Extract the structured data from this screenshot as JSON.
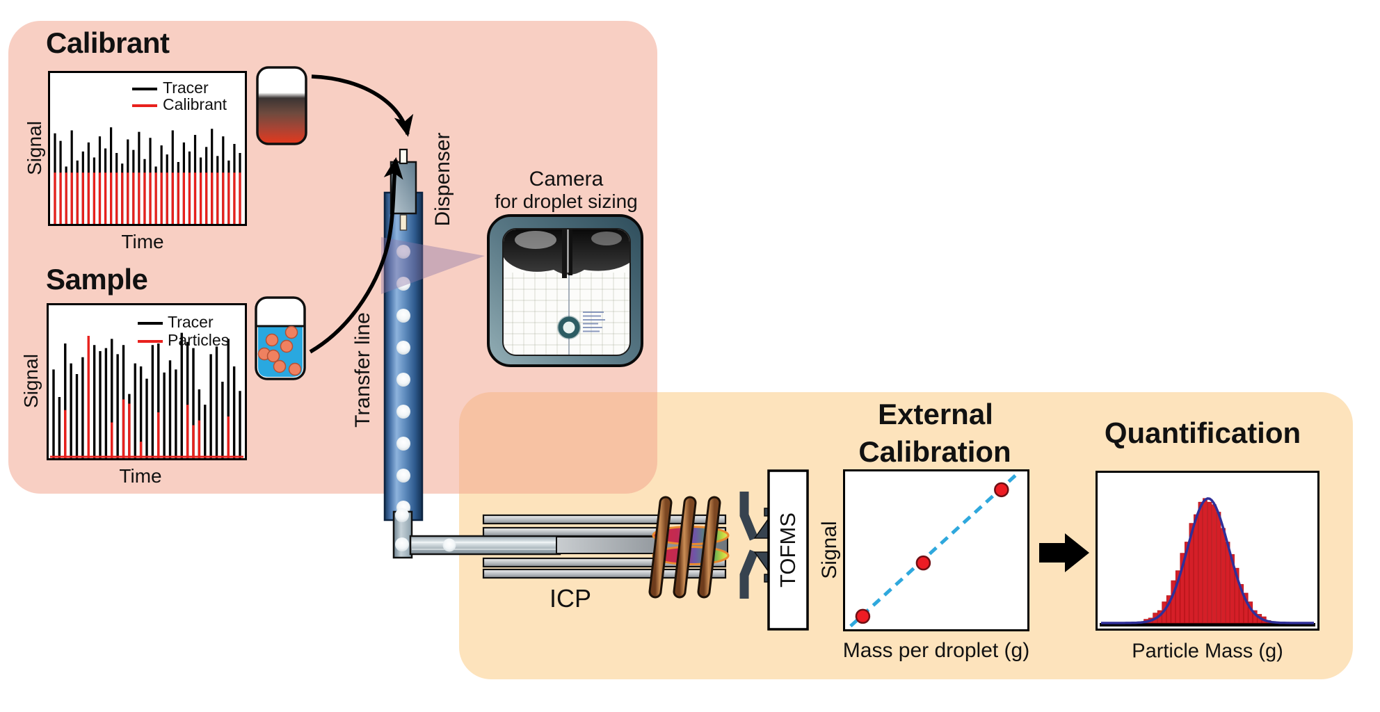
{
  "figure": {
    "calibrant_panel": {
      "title": "Calibrant",
      "ylabel": "Signal",
      "xlabel": "Time",
      "legend": {
        "tracer": "Tracer",
        "calibrant": "Calibrant"
      }
    },
    "sample_panel": {
      "title": "Sample",
      "ylabel": "Signal",
      "xlabel": "Time",
      "legend": {
        "tracer": "Tracer",
        "particles": "Particles"
      }
    },
    "labels": {
      "dispenser": "Dispenser",
      "transfer_line": "Transfer line",
      "camera_line1": "Camera",
      "camera_line2": "for droplet sizing",
      "icp": "ICP",
      "tofms": "TOFMS"
    },
    "external_calibration": {
      "title_line1": "External",
      "title_line2": "Calibration",
      "ylabel": "Signal",
      "xlabel": "Mass per droplet (g)"
    },
    "quantification": {
      "title": "Quantification",
      "xlabel": "Particle Mass (g)"
    }
  },
  "colors": {
    "region_pink": "#f8d2c6",
    "region_orange": "#fde3bc",
    "tracer_black": "#000000",
    "signal_red": "#e8211d",
    "calibration_line_cyan": "#2fa8dd",
    "calibration_point_red": "#ed1c24",
    "histogram_bar_red": "#d51f28",
    "histogram_curve_blue": "#2f2f99"
  },
  "chart_data": [
    {
      "id": "calibrant_trace",
      "type": "line",
      "title": "Calibrant",
      "xlabel": "Time",
      "ylabel": "Signal",
      "legend_entries": [
        "Tracer",
        "Calibrant"
      ],
      "tracer_color": "#000000",
      "calibrant_color": "#e8211d",
      "tracer_heights": [
        0.6,
        0.55,
        0.38,
        0.62,
        0.42,
        0.48,
        0.54,
        0.44,
        0.58,
        0.5,
        0.64,
        0.47,
        0.4,
        0.56,
        0.49,
        0.61,
        0.43,
        0.57,
        0.38,
        0.52,
        0.46,
        0.62,
        0.41,
        0.54,
        0.48,
        0.59,
        0.44,
        0.51,
        0.63,
        0.45,
        0.58,
        0.42,
        0.53,
        0.47
      ],
      "calibrant_height": 0.34,
      "red_baseline": false,
      "note": "spike train: every droplet event has constant-height red calibrant spike with variable black tracer spike on top; axes unlabeled (qualitative)"
    },
    {
      "id": "sample_trace",
      "type": "line",
      "title": "Sample",
      "xlabel": "Time",
      "ylabel": "Signal",
      "legend_entries": [
        "Tracer",
        "Particles"
      ],
      "tracer_color": "#000000",
      "particles_color": "#e8211d",
      "spikes": [
        [
          0.58,
          0
        ],
        [
          0.4,
          0
        ],
        [
          0.75,
          0.42
        ],
        [
          0.62,
          0
        ],
        [
          0.55,
          0
        ],
        [
          0.66,
          0
        ],
        [
          0.8,
          1
        ],
        [
          0.74,
          0
        ],
        [
          0.7,
          0
        ],
        [
          0.72,
          0
        ],
        [
          0.78,
          0.3
        ],
        [
          0.68,
          0
        ],
        [
          0.74,
          0.52
        ],
        [
          0.42,
          0.85
        ],
        [
          0.62,
          0
        ],
        [
          0.6,
          0.18
        ],
        [
          0.52,
          0
        ],
        [
          0.74,
          0
        ],
        [
          0.75,
          0.4
        ],
        [
          0.56,
          0
        ],
        [
          0.64,
          0
        ],
        [
          0.58,
          0
        ],
        [
          0.82,
          0
        ],
        [
          0.76,
          0.46
        ],
        [
          0.72,
          0.3
        ],
        [
          0.45,
          0.55
        ],
        [
          0.35,
          0
        ],
        [
          0.68,
          0
        ],
        [
          0.73,
          0
        ],
        [
          0.5,
          0
        ],
        [
          0.78,
          0.35
        ],
        [
          0.6,
          0
        ],
        [
          0.44,
          0
        ]
      ],
      "red_baseline": true,
      "note": "each entry is [height_fraction, red_fraction_of_spike]; red spikes mark particle events"
    },
    {
      "id": "external_calibration",
      "type": "scatter",
      "title": "External Calibration",
      "xlabel": "Mass per droplet (g)",
      "ylabel": "Signal",
      "points_norm": [
        [
          0.097,
          0.082
        ],
        [
          0.429,
          0.42
        ],
        [
          0.858,
          0.884
        ]
      ],
      "fit_line_norm": [
        [
          0.03,
          0.02
        ],
        [
          0.935,
          0.975
        ]
      ],
      "line_style": "dashed",
      "line_color": "#2fa8dd",
      "point_color": "#ed1c24",
      "point_edge": "#6e0f14",
      "note": "3 calibration points on linear dashed fit; axes qualitative (no ticks)"
    },
    {
      "id": "particle_mass_histogram",
      "type": "histogram",
      "title": "Quantification",
      "xlabel": "Particle Mass (g)",
      "bar_color": "#d51f28",
      "curve_color": "#2f2f99",
      "x_start_frac": 0.19,
      "x_end_frac": 0.81,
      "peak_height_frac": 0.8,
      "curve_center_frac": 0.503,
      "curve_sigma_frac": 0.093,
      "values": [
        0.01,
        0.03,
        0.04,
        0.08,
        0.1,
        0.17,
        0.22,
        0.34,
        0.42,
        0.56,
        0.65,
        0.8,
        0.87,
        0.97,
        1.0,
        0.97,
        0.95,
        0.89,
        0.76,
        0.65,
        0.55,
        0.44,
        0.31,
        0.24,
        0.17,
        0.1,
        0.07,
        0.05,
        0.02,
        0.01
      ],
      "note": "log-normal-like particle mass distribution, red bars with blue gaussian fit curve"
    }
  ]
}
